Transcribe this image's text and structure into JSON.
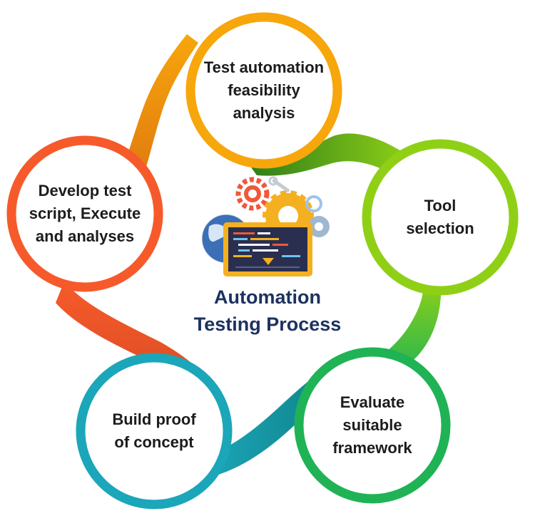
{
  "title": "Automation\nTesting Process",
  "steps": [
    {
      "label": "Test automation\nfeasibility\nanalysis",
      "color": "#f7a60b"
    },
    {
      "label": "Tool\nselection",
      "color": "#8fd017"
    },
    {
      "label": "Evaluate\nsuitable\nframework",
      "color": "#1fb355"
    },
    {
      "label": "Build proof\nof concept",
      "color": "#1ba6b9"
    },
    {
      "label": "Develop test\nscript, Execute\nand analyses",
      "color": "#f65a2b"
    }
  ],
  "icons": [
    "gear-icon",
    "globe-icon",
    "monitor-icon",
    "wrench-icon"
  ]
}
